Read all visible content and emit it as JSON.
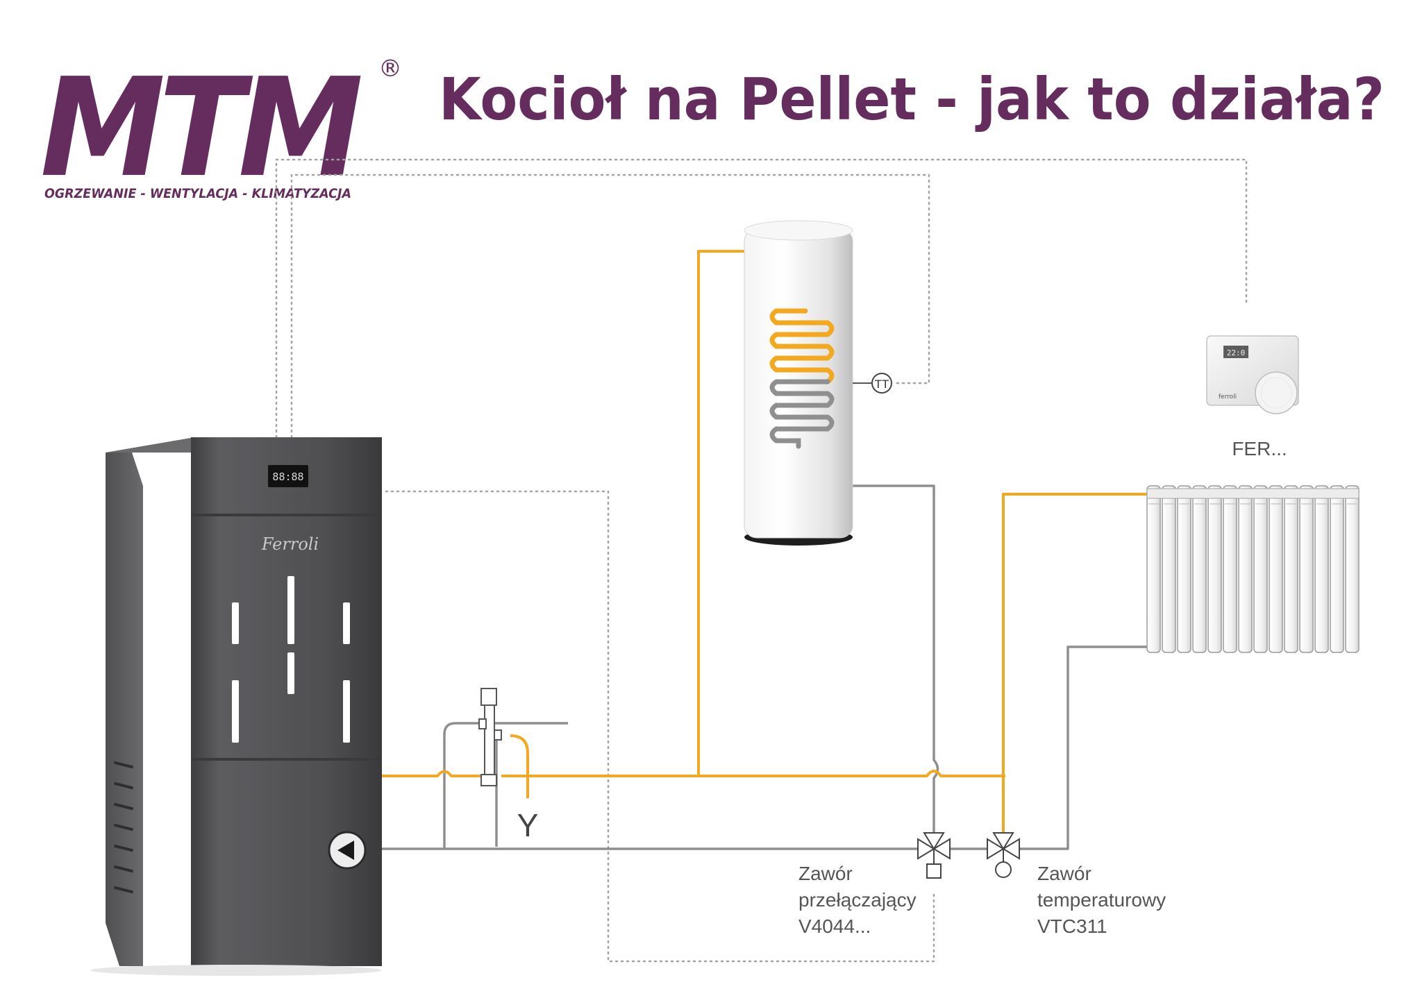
{
  "brand": {
    "name": "MTM",
    "registered_mark": "®",
    "tagline": "OGRZEWANIE - WENTYLACJA - KLIMATYZACJA",
    "color": "#652d5e"
  },
  "title": "Kocioł na Pellet - jak to działa?",
  "boiler": {
    "brand_label": "Ferroli",
    "display_text": "88:88"
  },
  "tank": {
    "sensor_label": "TT"
  },
  "thermostat": {
    "label": "FER...",
    "display_text": "22:0",
    "brand_label": "ferroli"
  },
  "valves": {
    "diverter": {
      "lines": [
        "Zawór",
        "przełączający",
        "V4044..."
      ]
    },
    "thermostatic": {
      "lines": [
        "Zawór",
        "temperaturowy",
        "VTC311"
      ]
    }
  },
  "drain_symbol": "Y",
  "colors": {
    "supply_pipe": "#f2a91f",
    "return_pipe": "#8f8f8f",
    "control_wire": "#9a9a9a",
    "boiler_body": "#5a5a5c"
  }
}
